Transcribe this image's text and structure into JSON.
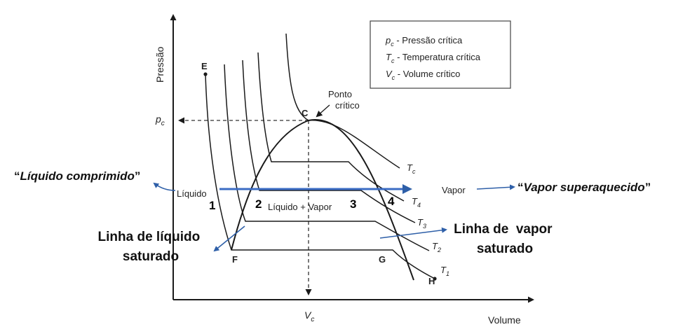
{
  "axes": {
    "y_label": "Pressão",
    "x_label": "Volume",
    "pc": "p",
    "pc_sub": "c",
    "vc": "V",
    "vc_sub": "c"
  },
  "legend": {
    "item1_sym": "p",
    "item1_sub": "c",
    "item1_text": " - Pressão crítica",
    "item2_sym": "T",
    "item2_sub": "c",
    "item2_text": " - Temperatura crítica",
    "item3_sym": "V",
    "item3_sub": "c",
    "item3_text": " - Volume crítico"
  },
  "points": {
    "E": "E",
    "C": "C",
    "F": "F",
    "G": "G",
    "H": "H"
  },
  "critical": {
    "line1": "Ponto",
    "line2": "crítico"
  },
  "isotherms": {
    "Tc": "T",
    "Tc_sub": "c",
    "T4": "T",
    "T4_sub": "4",
    "T3": "T",
    "T3_sub": "3",
    "T2": "T",
    "T2_sub": "2",
    "T1": "T",
    "T1_sub": "1"
  },
  "regions": {
    "liquido": "Líquido",
    "liquido_vapor": "Líquido + Vapor",
    "vapor": "Vapor"
  },
  "states": {
    "s1": "1",
    "s2": "2",
    "s3": "3",
    "s4": "4"
  },
  "annotations": {
    "compressed_open": "“",
    "compressed": "Líquido comprimido",
    "compressed_close": "”",
    "superheated_open": "“",
    "superheated": "Vapor superaquecido",
    "superheated_close": "”",
    "sat_liquid_1": "Linha de líquido",
    "sat_liquid_2": "saturado",
    "sat_vapor_1": "Linha de  vapor",
    "sat_vapor_2": "saturado"
  },
  "colors": {
    "line": "#1a1a1a",
    "arrow_blue": "#2e5fa8"
  }
}
